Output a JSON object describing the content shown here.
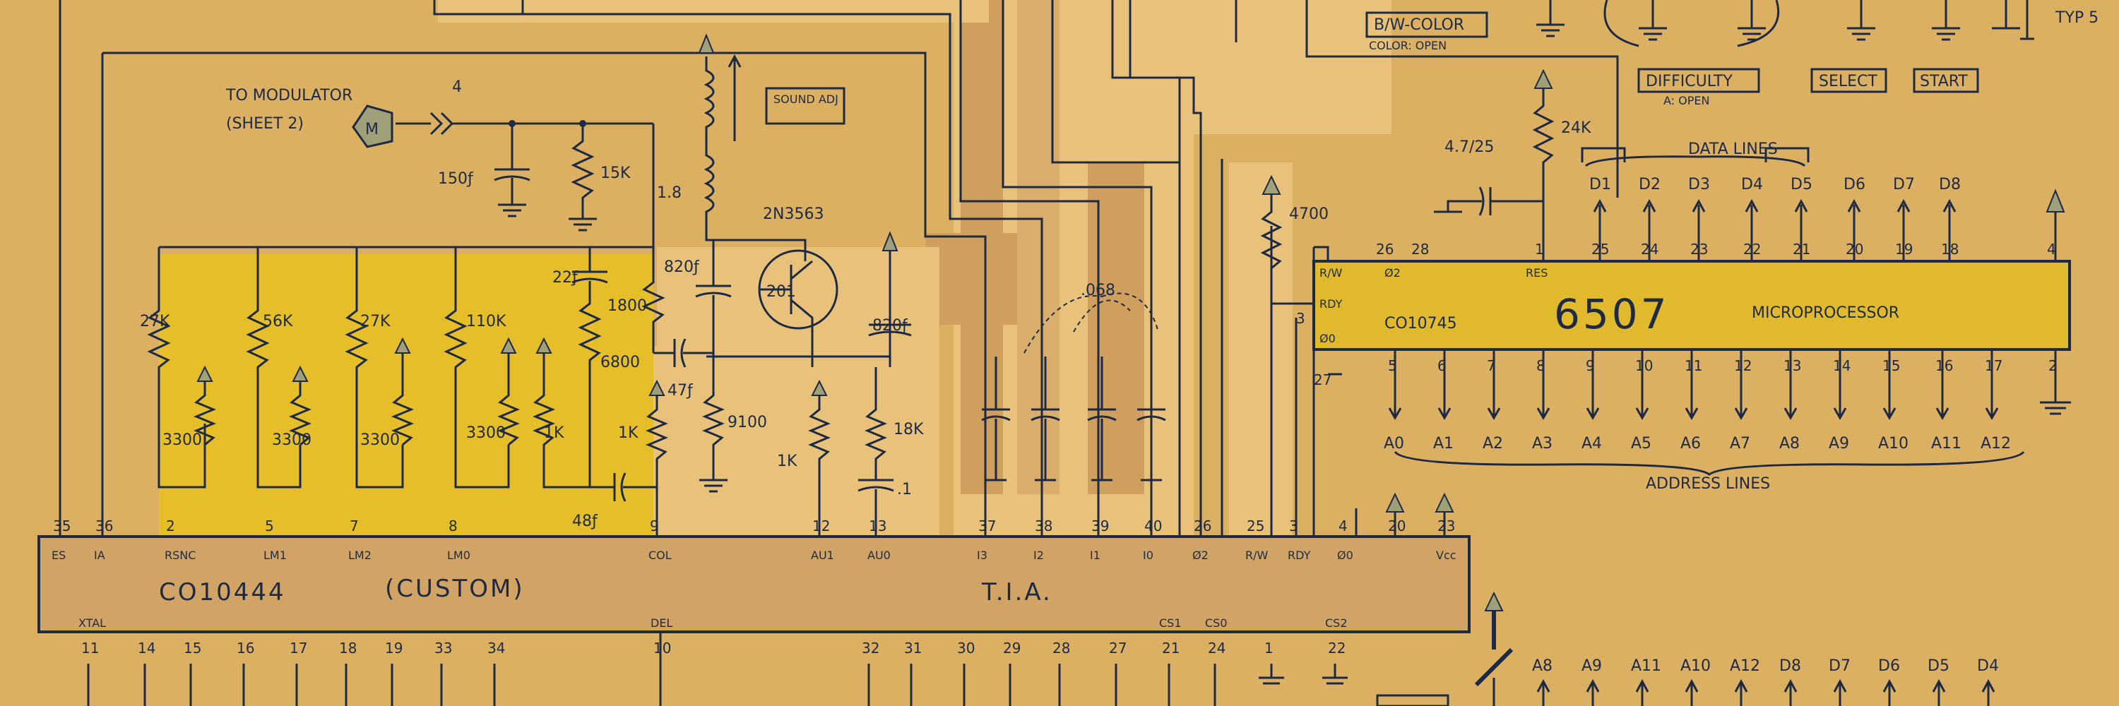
{
  "colors": {
    "background": "#dcb062",
    "chip_body": "#d1a466",
    "cpu_body": "#e0b92c",
    "highlight_yellow": "#e6be2a",
    "band_light": "#e8c27a",
    "band_dark": "#cf9f5e",
    "band_tan": "#d9ae6c",
    "ink": "#1e2a44",
    "node_fill": "#9fa07a"
  },
  "tia": {
    "part_number": "CO10444",
    "custom_label": "(CUSTOM)",
    "name": "T.I.A.",
    "top_pins": [
      {
        "num": "35",
        "sig": "ES"
      },
      {
        "num": "36",
        "sig": "IA"
      },
      {
        "num": "2",
        "sig": "RSNC"
      },
      {
        "num": "5",
        "sig": "LM1"
      },
      {
        "num": "7",
        "sig": "LM2"
      },
      {
        "num": "8",
        "sig": "LM0"
      },
      {
        "num": "9",
        "sig": "COL"
      },
      {
        "num": "12",
        "sig": "AU1"
      },
      {
        "num": "13",
        "sig": "AU0"
      },
      {
        "num": "37",
        "sig": "I3"
      },
      {
        "num": "38",
        "sig": "I2"
      },
      {
        "num": "39",
        "sig": "I1"
      },
      {
        "num": "40",
        "sig": "I0"
      },
      {
        "num": "26",
        "sig": "Ø2"
      },
      {
        "num": "25",
        "sig": "R/W"
      },
      {
        "num": "3",
        "sig": "RDY"
      },
      {
        "num": "4",
        "sig": "Ø0"
      },
      {
        "num": "20",
        "sig": ""
      },
      {
        "num": "23",
        "sig": "Vcc"
      }
    ],
    "bottom_pins": [
      {
        "num": "11",
        "sig": "XTAL"
      },
      {
        "num": "14",
        "sig": ""
      },
      {
        "num": "15",
        "sig": ""
      },
      {
        "num": "16",
        "sig": ""
      },
      {
        "num": "17",
        "sig": ""
      },
      {
        "num": "18",
        "sig": ""
      },
      {
        "num": "19",
        "sig": ""
      },
      {
        "num": "33",
        "sig": ""
      },
      {
        "num": "34",
        "sig": ""
      },
      {
        "num": "10",
        "sig": "DEL"
      },
      {
        "num": "32",
        "sig": ""
      },
      {
        "num": "31",
        "sig": ""
      },
      {
        "num": "30",
        "sig": ""
      },
      {
        "num": "29",
        "sig": ""
      },
      {
        "num": "28",
        "sig": ""
      },
      {
        "num": "27",
        "sig": ""
      },
      {
        "num": "21",
        "sig": "CS1"
      },
      {
        "num": "24",
        "sig": "CS0"
      },
      {
        "num": "1",
        "sig": ""
      },
      {
        "num": "22",
        "sig": "CS2"
      }
    ]
  },
  "cpu": {
    "part_number": "CO10745",
    "name": "6507",
    "type_label": "MICROPROCESSOR",
    "left_sigs": [
      "R/W",
      "RDY",
      "Ø0"
    ],
    "top_pins": [
      "26",
      "28",
      "1",
      "25",
      "24",
      "23",
      "22",
      "21",
      "20",
      "19",
      "18",
      "4"
    ],
    "sig_top": [
      "Ø2",
      "RES"
    ],
    "data_lines_label": "DATA LINES",
    "data_lines": [
      "D1",
      "D2",
      "D3",
      "D4",
      "D5",
      "D6",
      "D7",
      "D8"
    ],
    "bottom_pins": [
      "5",
      "6",
      "7",
      "8",
      "9",
      "10",
      "11",
      "12",
      "13",
      "14",
      "15",
      "16",
      "17",
      "2"
    ],
    "address_lines": [
      "A0",
      "A1",
      "A2",
      "A3",
      "A4",
      "A5",
      "A6",
      "A7",
      "A8",
      "A9",
      "A10",
      "A11",
      "A12"
    ],
    "address_lines_label": "ADDRESS LINES",
    "rdy_pin": "3",
    "rw_pin": "27"
  },
  "components": {
    "modulator_label": "TO MODULATOR",
    "modulator_sheet": "(SHEET 2)",
    "modulator_symbol": "M",
    "modulator_pin": "4",
    "cap_150": "150ƒ",
    "res_15k": "15K",
    "inductor_value": "1.8",
    "sound_adj": "SOUND ADJ",
    "transistor_part": "2N3563",
    "transistor_id": "201",
    "cap_820_a": "820ƒ",
    "cap_820_b": "820ƒ",
    "cap_22": "22ƒ",
    "res_1800": "1800",
    "res_6800": "6800",
    "cap_47": "47ƒ",
    "res_1k_a": "1K",
    "res_9100": "9100",
    "res_1k_b": "1K",
    "res_18k": "18K",
    "cap_01": ".1",
    "cap_48": "48ƒ",
    "res_27k_a": "27K",
    "res_56k": "56K",
    "res_27k_b": "27K",
    "res_110k": "110K",
    "res_3300_a": "3300",
    "res_3300_b": "3300",
    "res_3300_c": "3300",
    "res_3300_d": "3300",
    "res_1k_c": "1K",
    "cap_068": ".068",
    "res_4700": "4700",
    "res_24k": "24K",
    "cap_47_25": "4.7/25",
    "bw_color": "B/W-COLOR",
    "color_open": "COLOR: OPEN",
    "difficulty": "DIFFICULTY",
    "a_open": "A: OPEN",
    "select": "SELECT",
    "start": "START",
    "typ5": "TYP 5",
    "addr_bottom": [
      "A8",
      "A9",
      "A11",
      "A10",
      "A12",
      "D8",
      "D7",
      "D6",
      "D5",
      "D4"
    ]
  }
}
